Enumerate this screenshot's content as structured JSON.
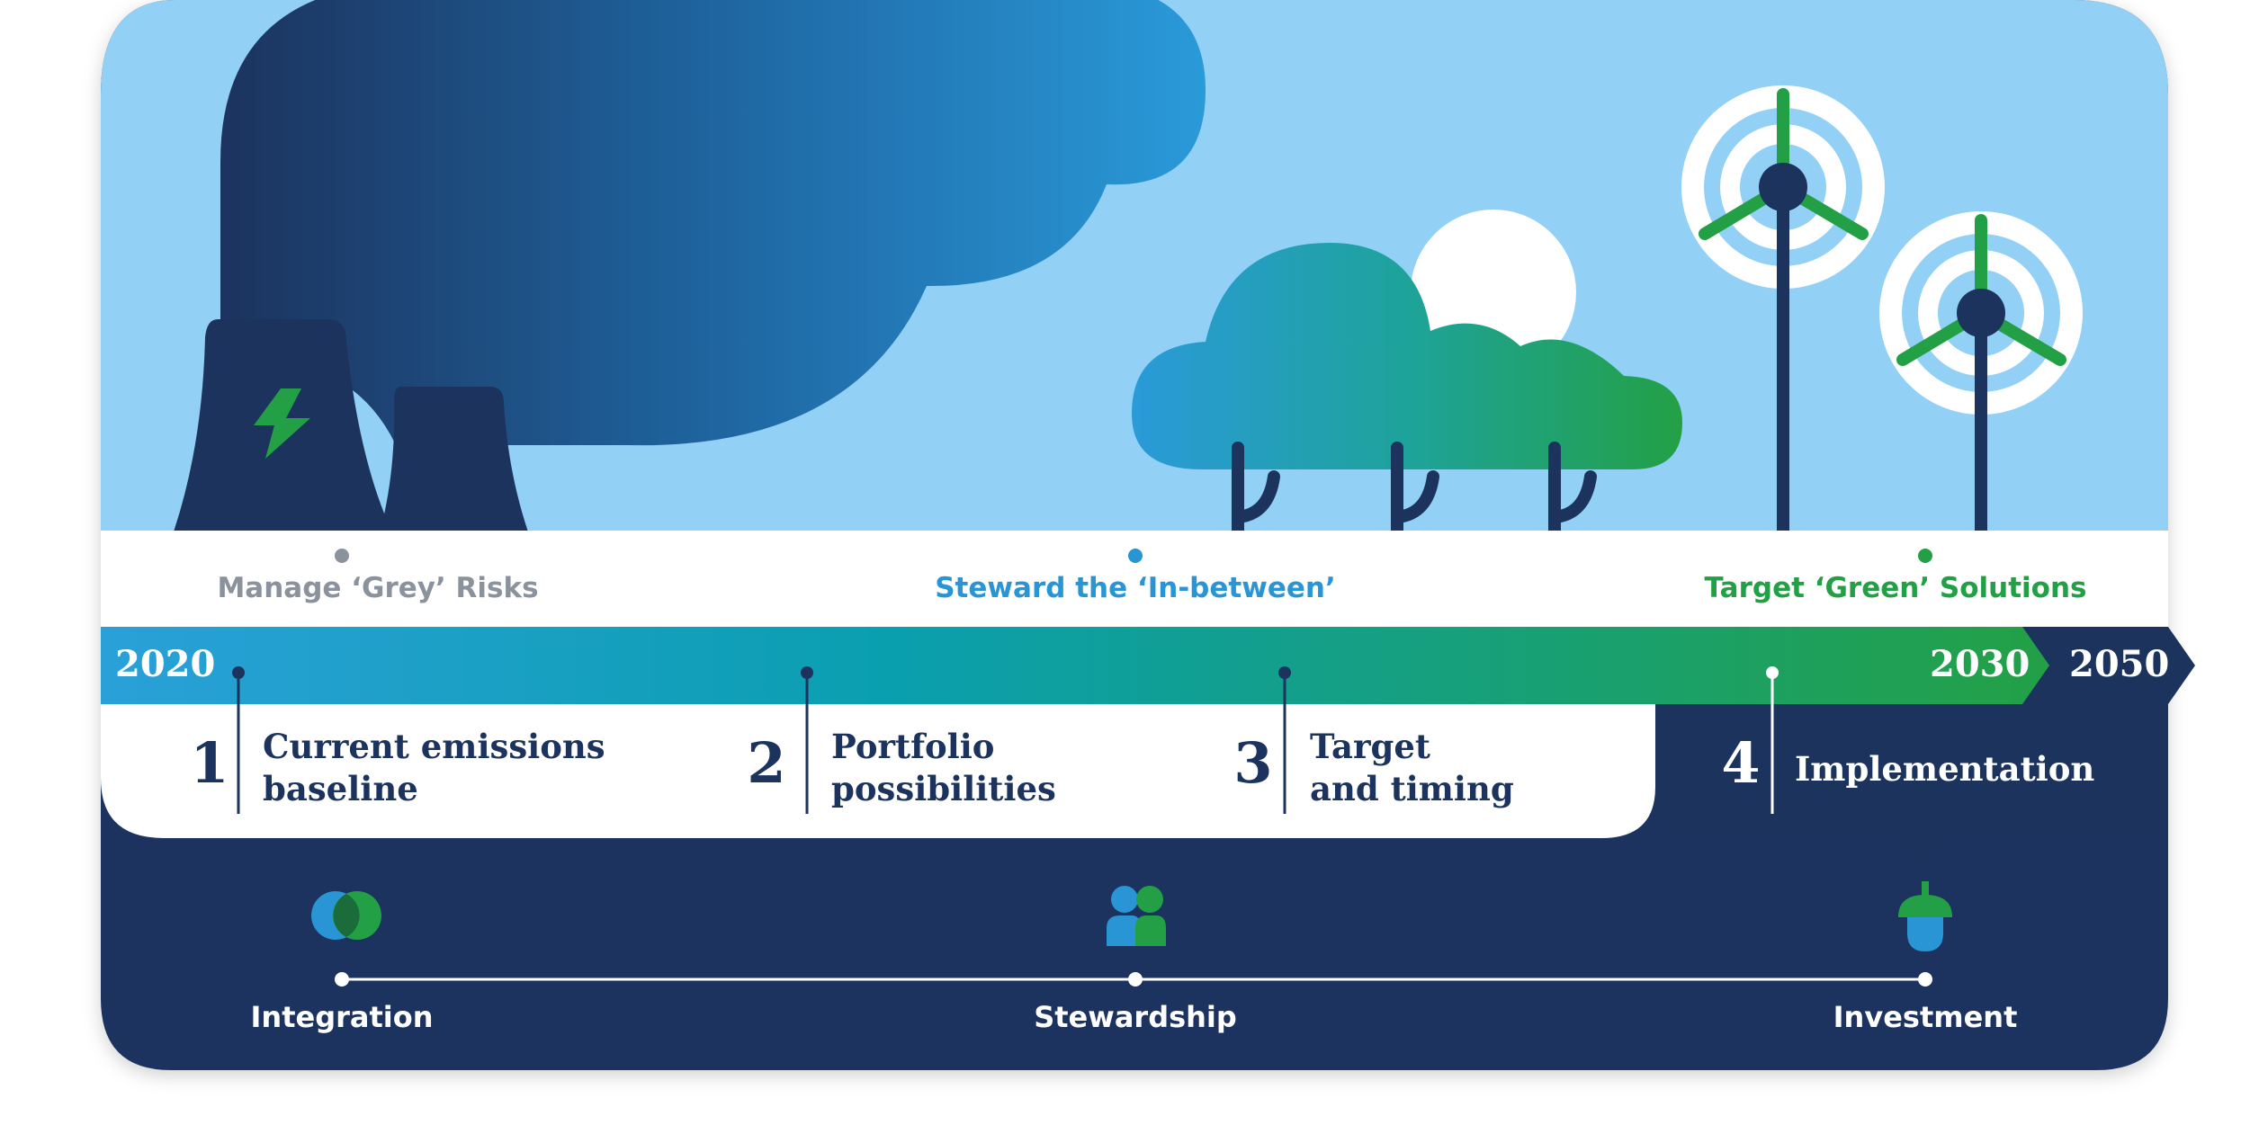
{
  "approaches": [
    {
      "label": "Manage ‘Grey’ Risks",
      "color": "#8a929d"
    },
    {
      "label": "Steward the ‘In-between’",
      "color": "#2a95d4"
    },
    {
      "label": "Target ‘Green’ Solutions",
      "color": "#23a046"
    }
  ],
  "timeline": {
    "start_year": "2020",
    "mid_year": "2030",
    "end_year": "2050"
  },
  "steps": [
    {
      "number": "1",
      "line1": "Current emissions",
      "line2": "baseline"
    },
    {
      "number": "2",
      "line1": "Portfolio",
      "line2": "possibilities"
    },
    {
      "number": "3",
      "line1": "Target",
      "line2": "and timing"
    },
    {
      "number": "4",
      "line1": "Implementation",
      "line2": ""
    }
  ],
  "pillars": [
    {
      "label": "Integration",
      "icon": "overlapping-circles-icon"
    },
    {
      "label": "Stewardship",
      "icon": "people-icon"
    },
    {
      "label": "Investment",
      "icon": "acorn-icon"
    }
  ],
  "colors": {
    "navy": "#1c335e",
    "sky": "#92d0f5",
    "blue": "#2a95d4",
    "green": "#23a046",
    "grey": "#8a929d"
  }
}
